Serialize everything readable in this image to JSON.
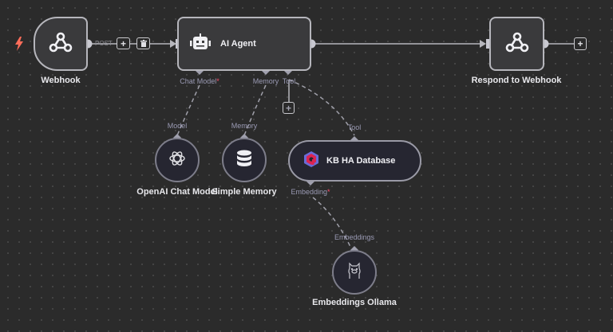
{
  "canvas": {
    "background": "#2b2b2b",
    "accent_trigger": "#ff6d5a"
  },
  "nodes": {
    "webhook": {
      "label": "Webhook",
      "icon": "webhook-icon",
      "trigger_icon": "lightning-icon"
    },
    "ai_agent": {
      "label": "AI Agent",
      "icon": "robot-icon"
    },
    "respond": {
      "label": "Respond to Webhook",
      "icon": "webhook-icon"
    },
    "openai": {
      "label": "OpenAI Chat Model",
      "icon": "openai-icon"
    },
    "memory": {
      "label": "Simple Memory",
      "icon": "database-icon"
    },
    "kb": {
      "label": "KB HA Database",
      "icon": "qdrant-icon"
    },
    "ollama": {
      "label": "Embeddings Ollama",
      "icon": "ollama-icon"
    }
  },
  "ports": {
    "agent_chat_model": "Chat Model",
    "agent_memory": "Memory",
    "agent_tool": "Tool",
    "openai_model": "Model",
    "memory_memory": "Memory",
    "kb_tool": "Tool",
    "kb_embedding": "Embedding",
    "ollama_embeddings": "Embeddings",
    "required_marker": "*"
  },
  "edges": {
    "webhook_to_agent_label": "POST"
  }
}
